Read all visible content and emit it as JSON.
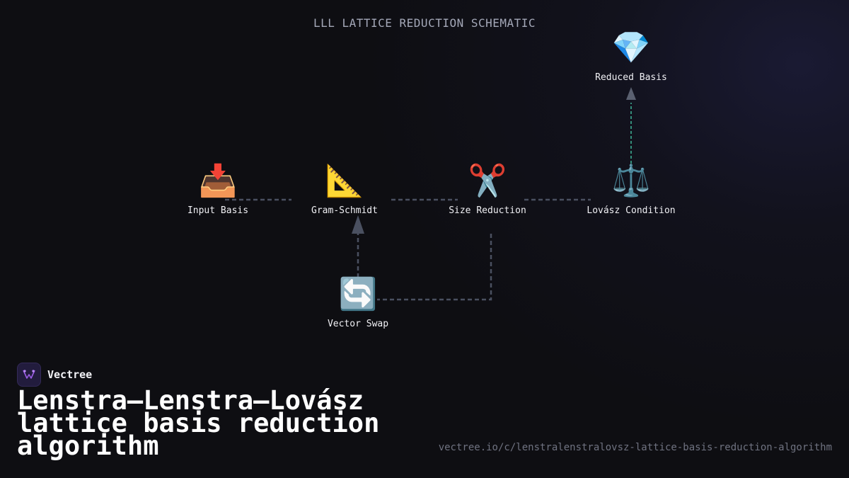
{
  "diagram": {
    "title": "LLL LATTICE REDUCTION SCHEMATIC",
    "colors": {
      "edge": "#4a5060",
      "edge_highlight": "#3fb89a",
      "background": "#0e0e12"
    },
    "nodes": [
      {
        "id": "input",
        "icon": "inbox-tray-icon",
        "glyph": "📥",
        "label": "Input Basis"
      },
      {
        "id": "gram_schmidt",
        "icon": "triangle-ruler-icon",
        "glyph": "📐",
        "label": "Gram-Schmidt"
      },
      {
        "id": "size_reduction",
        "icon": "scissors-icon",
        "glyph": "✂️",
        "label": "Size Reduction"
      },
      {
        "id": "lovasz",
        "icon": "balance-scale-icon",
        "glyph": "⚖️",
        "label": "Lovász Condition"
      },
      {
        "id": "reduced",
        "icon": "gem-icon",
        "glyph": "💎",
        "label": "Reduced Basis"
      },
      {
        "id": "swap",
        "icon": "cycle-arrows-icon",
        "glyph": "🔄",
        "label": "Vector Swap"
      }
    ],
    "edges": [
      {
        "from": "input",
        "to": "gram_schmidt"
      },
      {
        "from": "gram_schmidt",
        "to": "size_reduction"
      },
      {
        "from": "size_reduction",
        "to": "lovasz"
      },
      {
        "from": "lovasz",
        "to": "reduced",
        "highlight": true
      },
      {
        "from": "size_reduction",
        "to": "swap"
      },
      {
        "from": "swap",
        "to": "gram_schmidt"
      }
    ]
  },
  "brand": {
    "name": "Vectree",
    "logo_icon": "vectree-logo-icon",
    "accent": "#9b5de5"
  },
  "page": {
    "title": "Lenstra–Lenstra–Lovász lattice basis reduction algorithm",
    "url": "vectree.io/c/lenstralenstralovsz-lattice-basis-reduction-algorithm"
  }
}
